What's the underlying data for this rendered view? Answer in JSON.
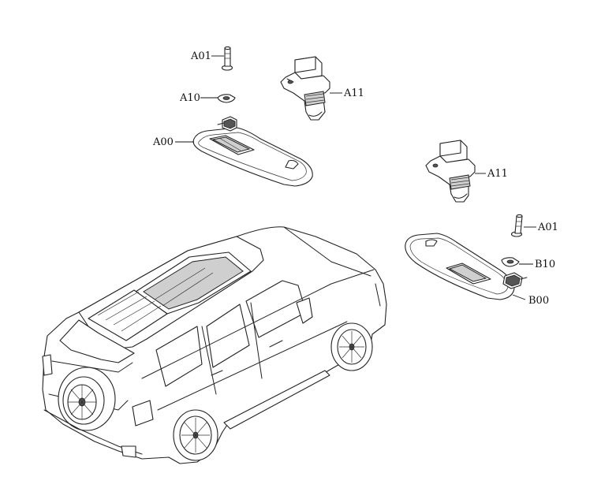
{
  "callouts": {
    "a01_top": "A01",
    "a10": "A10",
    "a00": "A00",
    "a11_top": "A11",
    "a11_mid": "A11",
    "a01_right": "A01",
    "b10": "B10",
    "b00": "B00"
  }
}
